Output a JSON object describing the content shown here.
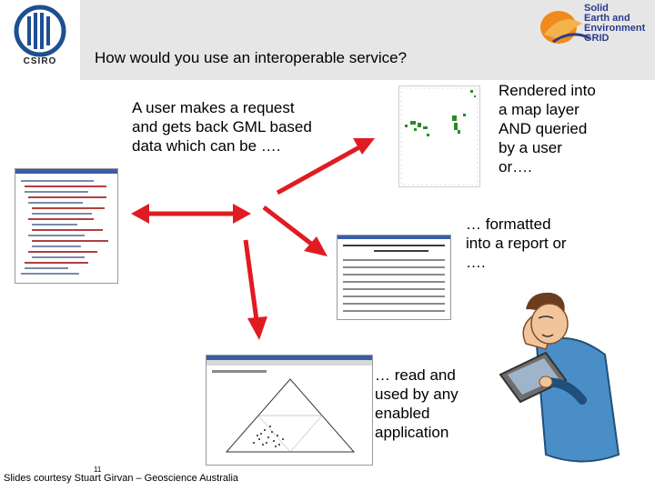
{
  "header": {
    "csiro_logo_text": "CSIRO",
    "grid_logo_line1": "Solid",
    "grid_logo_line2": "Earth and",
    "grid_logo_line3": "Environment",
    "grid_logo_line4": "GRID",
    "title": "How would you use an interoperable service?"
  },
  "captions": {
    "request": "A user makes a request and gets back GML based data which can be ….",
    "map": "Rendered into a map layer AND queried by a user or….",
    "report": "… formatted into a report or ….",
    "application": "… read and used by any enabled application"
  },
  "footer": {
    "credit": "Slides courtesy Stuart Girvan – Geoscience Australia",
    "page_number": "11"
  },
  "colors": {
    "arrow": "#e11b22",
    "header_band": "#e6e6e6",
    "grid_brand": "#2b3c8a"
  },
  "icons": [
    "csiro-logo-icon",
    "grid-logo-icon",
    "user-with-tablet-icon"
  ]
}
